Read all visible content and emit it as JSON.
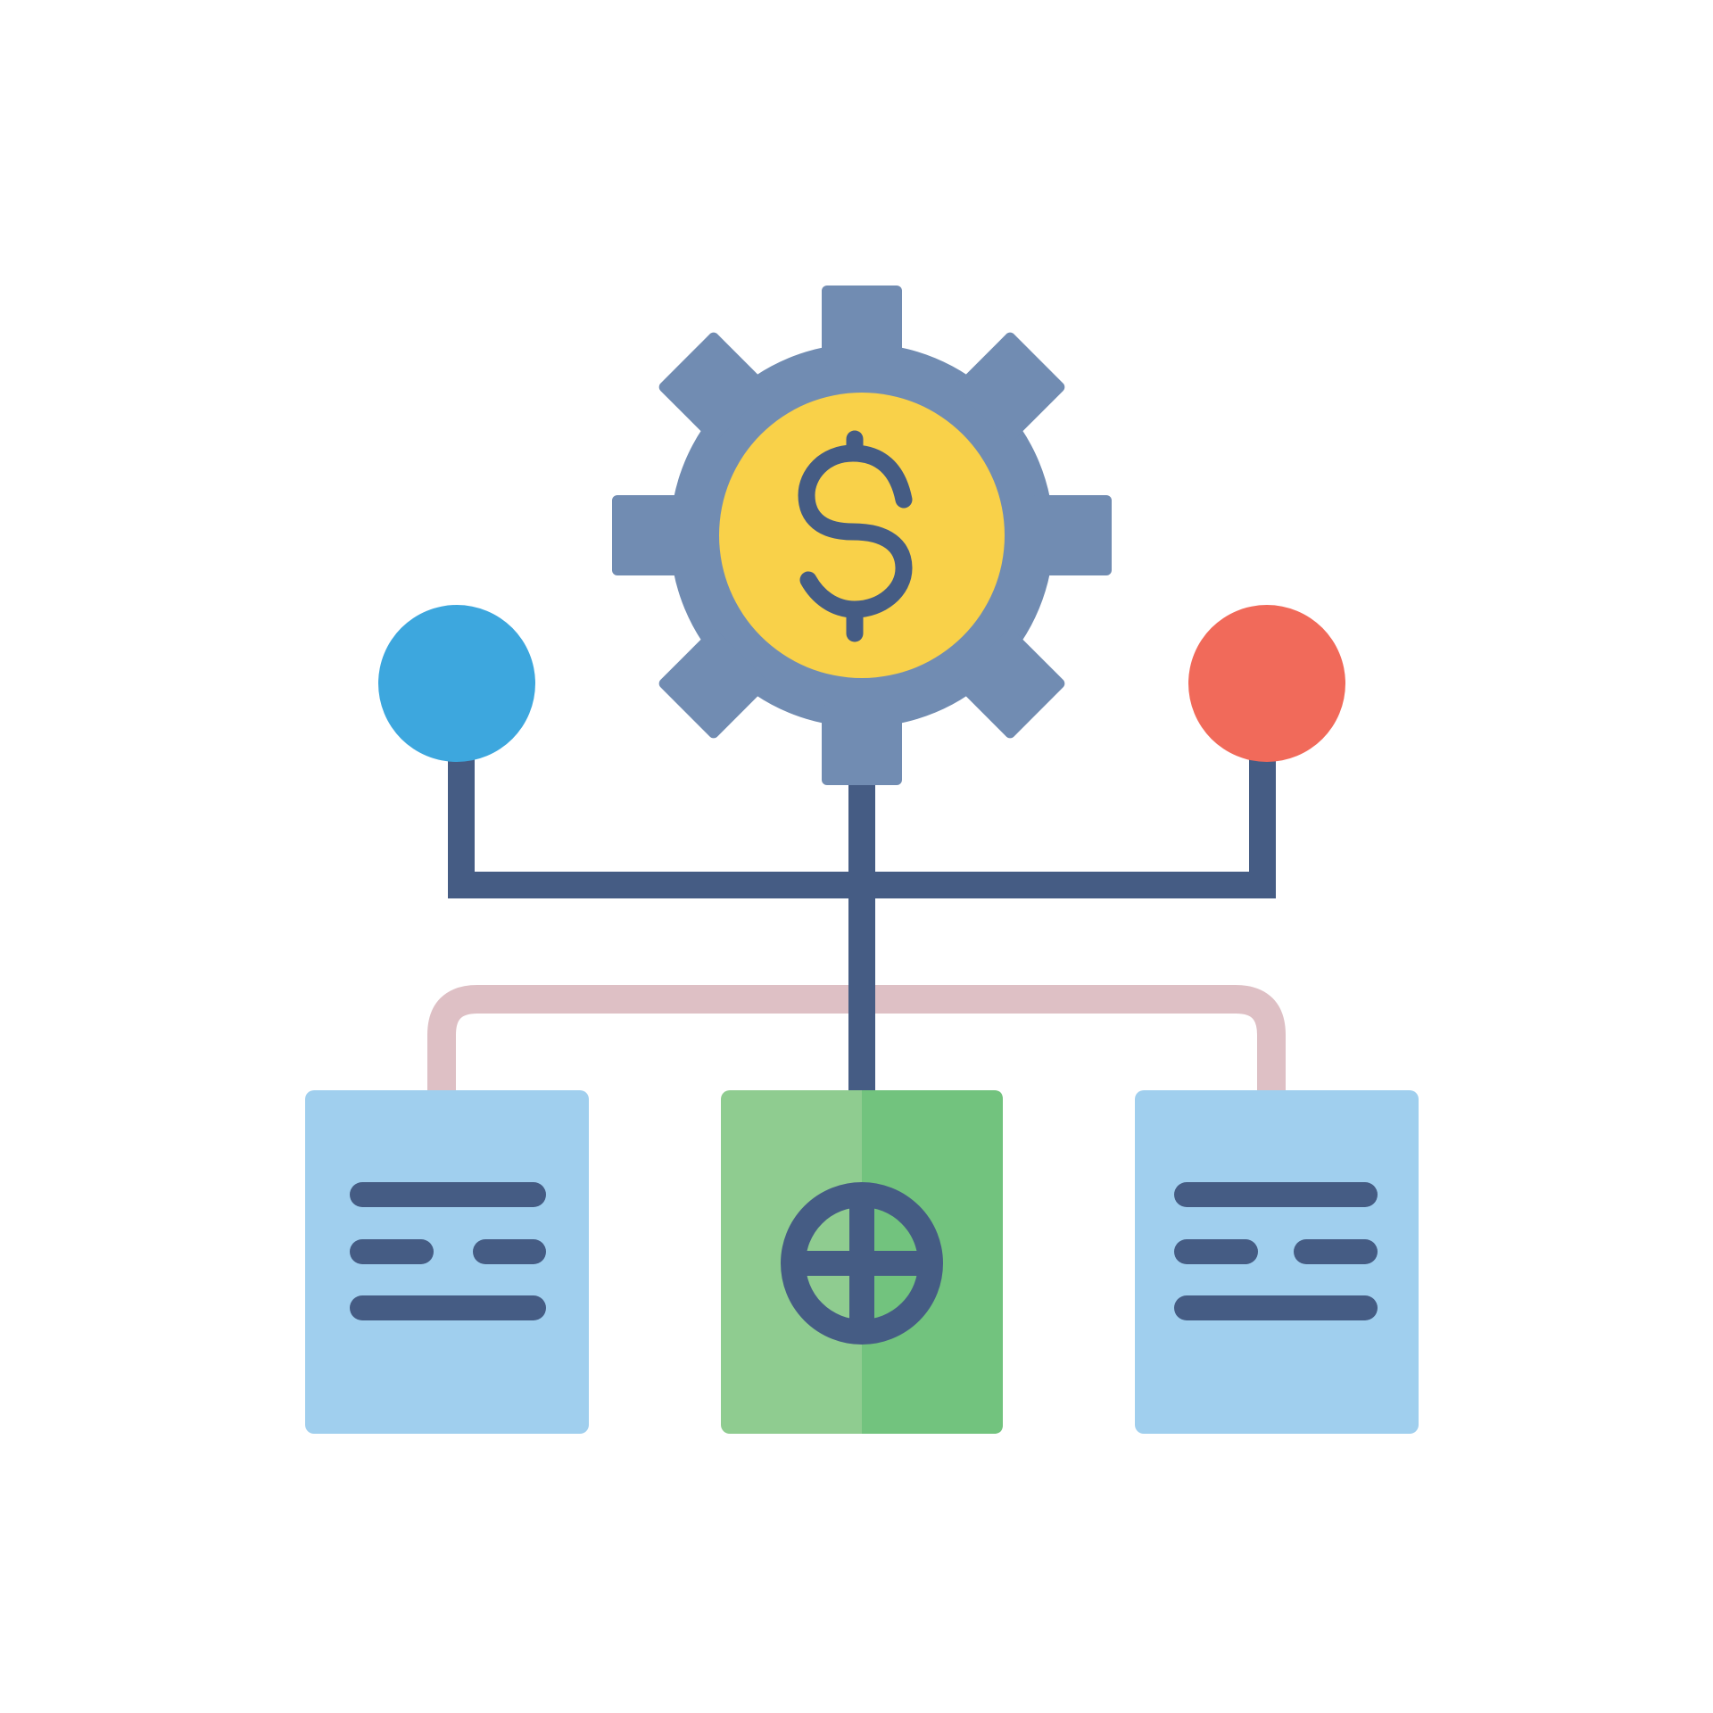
{
  "illustration": {
    "icon": "finance-process-flow-icon",
    "colors": {
      "background": "#ffffff",
      "gear": "#718cb2",
      "coin": "#f9d149",
      "ink": "#455c84",
      "left_node": "#3da7de",
      "right_node": "#f16a5a",
      "document": "#a0cfee",
      "green_card_light": "#8fcc90",
      "green_card_dark": "#72c37e",
      "pink_connector": "#dec0c5"
    },
    "nodes": [
      {
        "name": "gear-dollar-icon",
        "symbol": "$"
      },
      {
        "name": "blue-circle-node"
      },
      {
        "name": "red-circle-node"
      },
      {
        "name": "left-document-card"
      },
      {
        "name": "center-green-card",
        "symbol": "globe"
      },
      {
        "name": "right-document-card"
      }
    ]
  }
}
